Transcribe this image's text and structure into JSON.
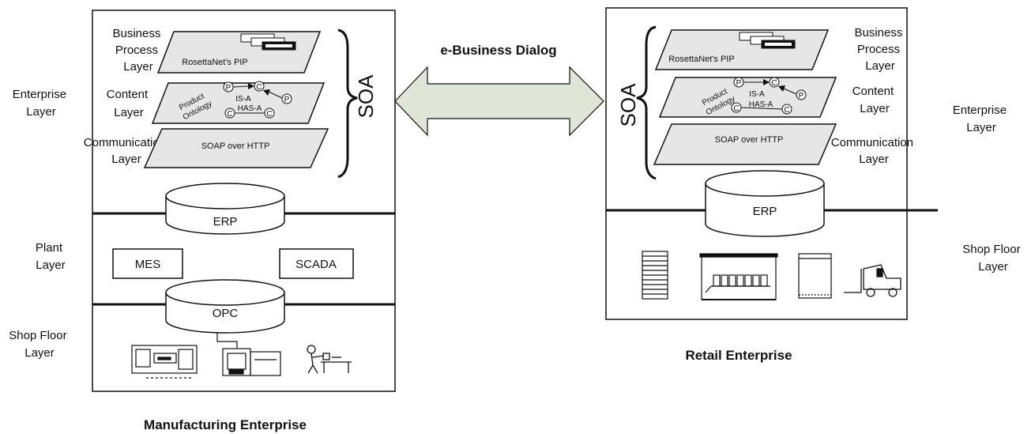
{
  "dialog_label": "e-Business Dialog",
  "left": {
    "caption": "Manufacturing Enterprise",
    "side_labels": {
      "enterprise": [
        "Enterprise",
        "Layer"
      ],
      "plant": [
        "Plant",
        "Layer"
      ],
      "shop_floor": [
        "Shop Floor",
        "Layer"
      ]
    },
    "layers": {
      "business": [
        "Business",
        "Process",
        "Layer"
      ],
      "content": [
        "Content",
        "Layer"
      ],
      "communication": [
        "Communication",
        "Layer"
      ]
    },
    "soa": "SOA",
    "pip": "RosettaNet's PIP",
    "ontology": [
      "Product",
      "Ontology"
    ],
    "is_a": "IS-A",
    "has_a": "HAS-A",
    "node_p": "P",
    "node_c": "C",
    "soap": "SOAP over HTTP",
    "erp": "ERP",
    "mes": "MES",
    "scada": "SCADA",
    "opc": "OPC"
  },
  "right": {
    "caption": "Retail  Enterprise",
    "side_labels": {
      "enterprise": [
        "Enterprise",
        "Layer"
      ],
      "shop_floor": [
        "Shop Floor",
        "Layer"
      ]
    },
    "layers": {
      "business": [
        "Business",
        "Process",
        "Layer"
      ],
      "content": [
        "Content",
        "Layer"
      ],
      "communication": [
        "Communication",
        "Layer"
      ]
    },
    "soa": "SOA",
    "pip": "RosettaNet's PIP",
    "ontology": [
      "Product",
      "Ontology"
    ],
    "is_a": "IS-A",
    "has_a": "HAS-A",
    "node_p": "P",
    "node_c": "C",
    "soap": "SOAP over HTTP",
    "erp": "ERP"
  },
  "icons": {
    "left_shop_floor": [
      "cnc-machine-icon",
      "milling-machine-icon",
      "worker-at-bench-icon"
    ],
    "right_shop_floor": [
      "shelving-rack-icon",
      "warehouse-icon",
      "storage-cabinet-icon",
      "forklift-icon"
    ],
    "documents": "stacked-documents-icon"
  },
  "colors": {
    "arrow_fill": "#dfe6d8",
    "plane_fill": "#e6e6e6",
    "line": "#111111"
  }
}
